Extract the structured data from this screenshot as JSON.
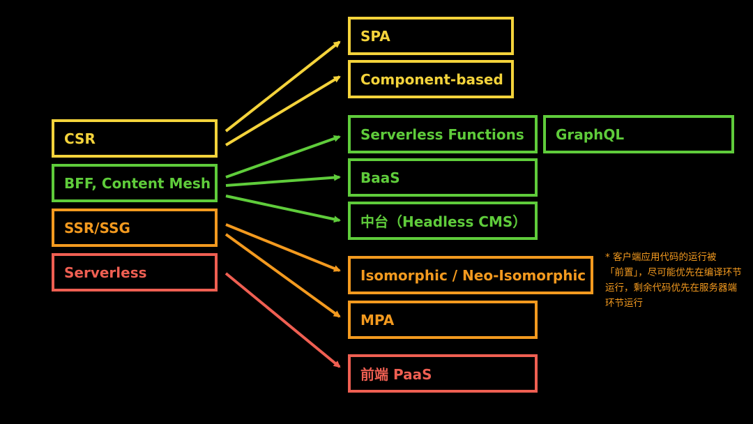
{
  "colors": {
    "yellow": "#f4d33b",
    "green": "#5fcc3b",
    "orange": "#f39a1f",
    "red": "#ef5f52",
    "background": "#000000"
  },
  "sources": {
    "csr": "CSR",
    "bff": "BFF, Content Mesh",
    "ssr": "SSR/SSG",
    "serverless": "Serverless"
  },
  "targets": {
    "spa": "SPA",
    "component": "Component-based",
    "functions": "Serverless Functions",
    "graphql": "GraphQL",
    "baas": "BaaS",
    "zhongtai": "中台（Headless CMS）",
    "iso": "Isomorphic / Neo-Isomorphic",
    "mpa": "MPA",
    "paas": "前端 PaaS"
  },
  "note": {
    "line1": "* 客户端应用代码的运行被",
    "rest": "「前置」，尽可能优先在编译环节运行，剩余代码优先在服务器端环节运行"
  },
  "edges": [
    {
      "from": "csr",
      "to": "spa",
      "color": "yellow"
    },
    {
      "from": "csr",
      "to": "component",
      "color": "yellow"
    },
    {
      "from": "bff",
      "to": "functions",
      "color": "green"
    },
    {
      "from": "bff",
      "to": "baas",
      "color": "green"
    },
    {
      "from": "bff",
      "to": "zhongtai",
      "color": "green"
    },
    {
      "from": "ssr",
      "to": "iso",
      "color": "orange"
    },
    {
      "from": "ssr",
      "to": "mpa",
      "color": "orange"
    },
    {
      "from": "serverless",
      "to": "paas",
      "color": "red"
    }
  ]
}
